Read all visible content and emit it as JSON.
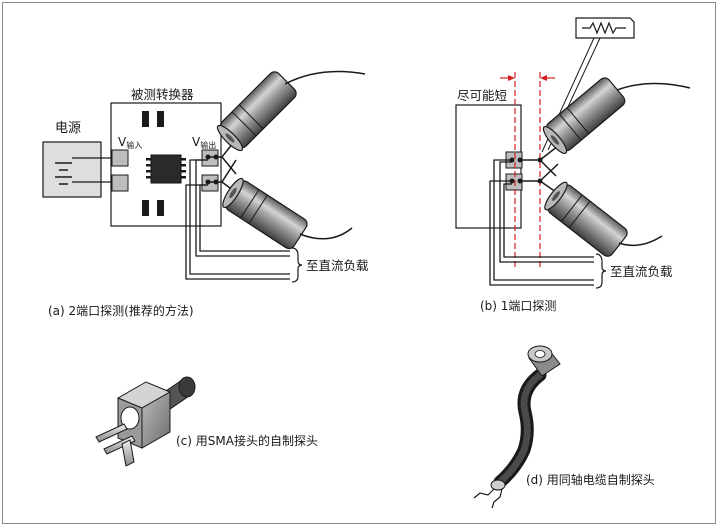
{
  "panel_a": {
    "caption": "(a) 2端口探测(推荐的方法)",
    "source_label": "电源",
    "converter_label": "被测转换器",
    "vin_main": "V",
    "vin_sub": "输入",
    "vout_main": "V",
    "vout_sub": "输出",
    "load_label": "至直流负载"
  },
  "panel_b": {
    "caption": "(b) 1端口探测",
    "short_label": "尽可能短",
    "load_label": "至直流负载"
  },
  "panel_c": {
    "caption": "(c) 用SMA接头的自制探头"
  },
  "panel_d": {
    "caption": "(d) 用同轴电缆自制探头"
  },
  "colors": {
    "dimension_line": "#d62020",
    "outline": "#1a1a1a",
    "probe_body": "#8a8a8a"
  }
}
